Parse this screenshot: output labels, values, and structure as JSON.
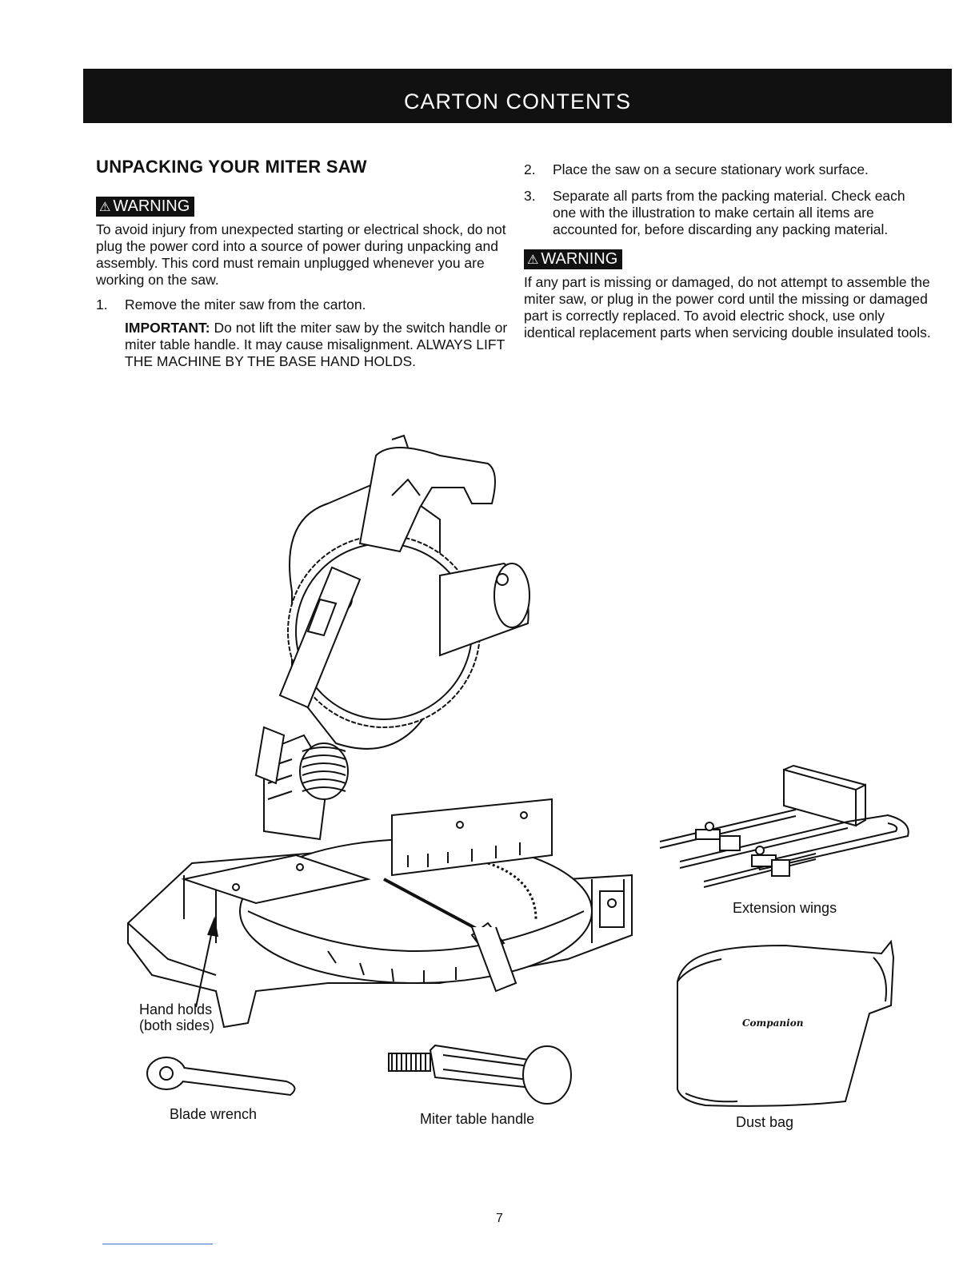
{
  "header": {
    "title": "CARTON CONTENTS"
  },
  "left": {
    "title": "UNPACKING YOUR MITER SAW",
    "warning_label": "WARNING",
    "warning_text": "To avoid injury from unexpected starting or electrical shock, do not plug the power cord into a source of power during unpacking and assembly. This cord must remain unplugged whenever you are working on the saw.",
    "step1": {
      "num": "1.",
      "text": "Remove the miter saw from the carton."
    },
    "important_label": "IMPORTANT:",
    "important_text": " Do not lift the miter saw by the switch handle or miter table handle. It may cause misalignment. ALWAYS LIFT THE MACHINE BY THE BASE HAND HOLDS."
  },
  "right": {
    "step2": {
      "num": "2.",
      "text": "Place the saw on a secure stationary work surface."
    },
    "step3": {
      "num": "3.",
      "text": "Separate all parts from the packing material. Check each one with the illustration to make certain all items are accounted for, before discarding any packing material."
    },
    "warning_label": "WARNING",
    "warning_text": "If any part is missing or damaged, do not attempt to assemble the miter saw, or plug in the power cord until the missing or damaged part is correctly replaced. To avoid electric shock, use only identical replacement parts when servicing double insulated tools."
  },
  "captions": {
    "hand_holds_1": "Hand holds",
    "hand_holds_2": "(both sides)",
    "blade_wrench": "Blade wrench",
    "miter_table_handle": "Miter table handle",
    "extension_wings": "Extension wings",
    "dust_bag": "Dust bag",
    "dust_bag_brand": "Companion"
  },
  "page_number": "7"
}
